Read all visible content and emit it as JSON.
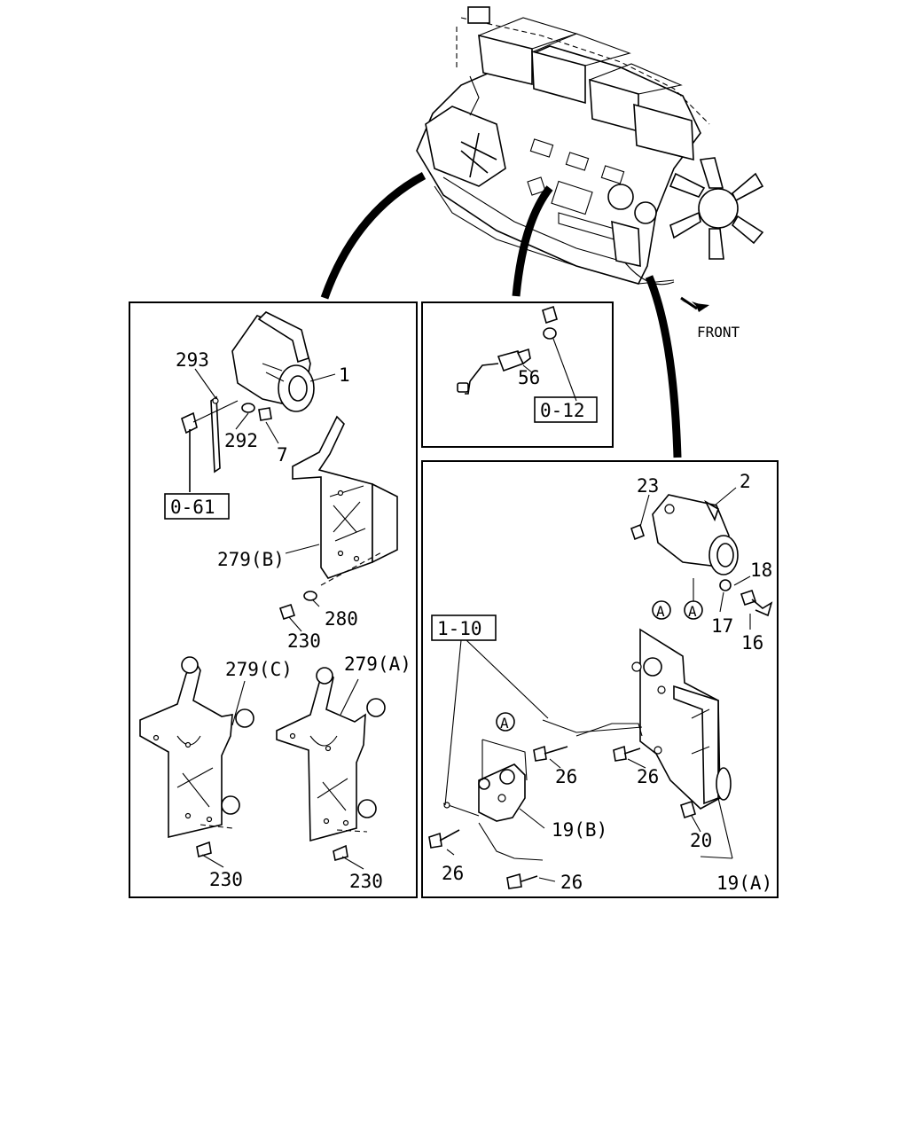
{
  "direction_label": "FRONT",
  "ref_boxes": {
    "starter_ref": "0-61",
    "sensor_ref": "0-12",
    "alternator_ref": "1-10"
  },
  "circle_marker": "A",
  "starter_panel": {
    "labels": [
      "293",
      "1",
      "292",
      "7",
      "279(B)",
      "280",
      "230",
      "279(C)",
      "279(A)",
      "230",
      "230"
    ]
  },
  "sensor_panel": {
    "labels": [
      "56"
    ]
  },
  "alternator_panel": {
    "labels": [
      "23",
      "2",
      "18",
      "17",
      "16",
      "26",
      "26",
      "20",
      "19(B)",
      "26",
      "26",
      "19(A)"
    ]
  }
}
